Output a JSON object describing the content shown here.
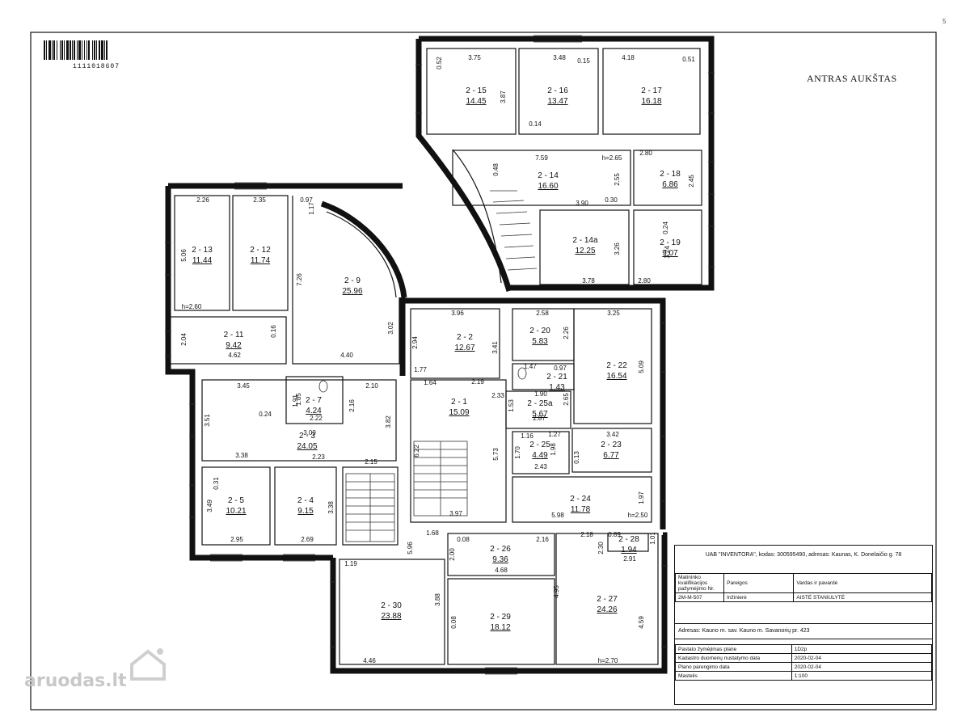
{
  "header": {
    "floor_title": "ANTRAS AUKŠTAS",
    "document_number": "1111018607",
    "corner_mark": "5"
  },
  "rooms": [
    {
      "id": "2 - 1",
      "area": "15.09"
    },
    {
      "id": "2 - 2",
      "area": "12.67"
    },
    {
      "id": "2 - 3",
      "area": "24.05"
    },
    {
      "id": "2 - 4",
      "area": "9.15"
    },
    {
      "id": "2 - 5",
      "area": "10.21"
    },
    {
      "id": "2 - 7",
      "area": "4.24"
    },
    {
      "id": "2 - 9",
      "area": "25.96"
    },
    {
      "id": "2 - 11",
      "area": "9.42"
    },
    {
      "id": "2 - 12",
      "area": "11.74"
    },
    {
      "id": "2 - 13",
      "area": "11.44"
    },
    {
      "id": "2 - 14",
      "area": "16.60"
    },
    {
      "id": "2 - 14a",
      "area": "12.25"
    },
    {
      "id": "2 - 15",
      "area": "14.45"
    },
    {
      "id": "2 - 16",
      "area": "13.47"
    },
    {
      "id": "2 - 17",
      "area": "16.18"
    },
    {
      "id": "2 - 18",
      "area": "6.86"
    },
    {
      "id": "2 - 19",
      "area": "9.07"
    },
    {
      "id": "2 - 20",
      "area": "5.83"
    },
    {
      "id": "2 - 21",
      "area": "1.43"
    },
    {
      "id": "2 - 22",
      "area": "16.54"
    },
    {
      "id": "2 - 23",
      "area": "6.77"
    },
    {
      "id": "2 - 24",
      "area": "11.78"
    },
    {
      "id": "2 - 25",
      "area": "4.49"
    },
    {
      "id": "2 - 25a",
      "area": "5.67"
    },
    {
      "id": "2 - 26",
      "area": "9.36"
    },
    {
      "id": "2 - 27",
      "area": "24.26"
    },
    {
      "id": "2 - 28",
      "area": "1.94"
    },
    {
      "id": "2 - 29",
      "area": "18.12"
    },
    {
      "id": "2 - 30",
      "area": "23.88"
    }
  ],
  "dimensions": [
    "3.75",
    "3.48",
    "4.18",
    "0.52",
    "0.15",
    "0.51",
    "3.87",
    "0.14",
    "7.59",
    "h=2.65",
    "2.80",
    "0.48",
    "2.55",
    "0.30",
    "3.90",
    "2.45",
    "3.26",
    "0.24",
    "3.24",
    "3.78",
    "2.80",
    "2.26",
    "2.35",
    "0.97",
    "1.17",
    "5.06",
    "7.26",
    "h=2.60",
    "2.04",
    "0.16",
    "4.62",
    "4.40",
    "3.02",
    "3.96",
    "2.94",
    "3.41",
    "1.77",
    "1.64",
    "2.19",
    "2.58",
    "2.26",
    "3.25",
    "5.09",
    "1.47",
    "0.97",
    "1.90",
    "2.65",
    "2.87",
    "1.53",
    "2.33",
    "3.45",
    "1.85",
    "1.91",
    "0.24",
    "2.22",
    "2.16",
    "2.10",
    "3.82",
    "3.51",
    "3.09",
    "3.38",
    "2.23",
    "2.15",
    "0.31",
    "3.49",
    "3.38",
    "2.95",
    "2.69",
    "6.22",
    "5.73",
    "3.97",
    "1.16",
    "1.27",
    "1.70",
    "1.98",
    "0.13",
    "3.42",
    "2.43",
    "5.98",
    "h=2.50",
    "1.97",
    "1.68",
    "0.08",
    "2.00",
    "4.68",
    "2.16",
    "2.18",
    "0.89",
    "1.01",
    "2.30",
    "2.91",
    "1.19",
    "5.96",
    "3.88",
    "0.08",
    "4.95",
    "4.59",
    "4.46",
    "h=2.70"
  ],
  "title_block": {
    "company": "UAB \"INVENTORA\", kodas: 300595490, adresas: Kaunas, K. Donelaičio g. 78",
    "col1_header": "Matininko kvalifikacijos pažymėjimo Nr.",
    "col2_header": "Pareigos",
    "col3_header": "Vardas ir pavardė",
    "cert_no": "2M-M-507",
    "position": "Inžinierė",
    "name": "AISTĖ STANIULYTĖ",
    "address": "Adresas: Kauno m. sav. Kauno m. Savanorių pr. 423",
    "rows": [
      {
        "label": "Pastato žymėjimas plane",
        "value": "1D2p"
      },
      {
        "label": "Kadastro duomenų nustatymo data",
        "value": "2020-02-04"
      },
      {
        "label": "Plano parengimo data",
        "value": "2020-02-04"
      },
      {
        "label": "Mastelis",
        "value": "1:100"
      }
    ]
  },
  "watermark": {
    "text": "aruodas.lt"
  }
}
